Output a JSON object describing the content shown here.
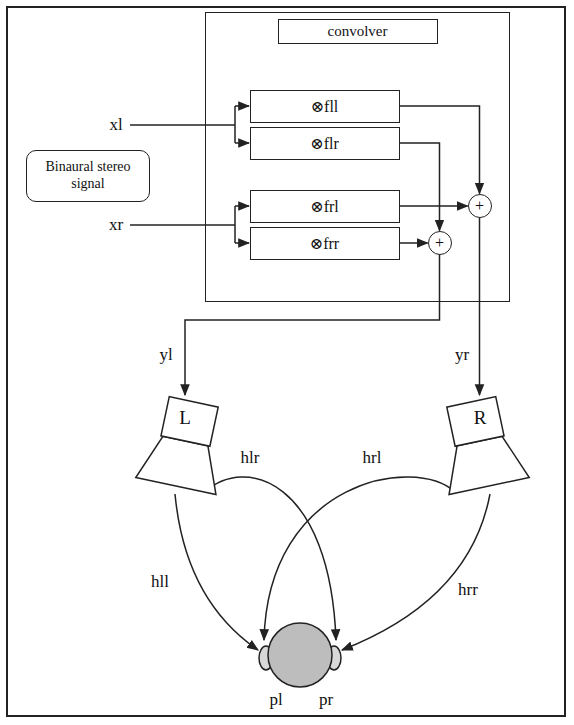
{
  "diagram": {
    "nodes": [
      {
        "text": [
          "convolver"
        ]
      },
      {
        "text": [
          "⊗fll"
        ],
        "in": 0
      },
      {
        "text": [
          "⊗flr"
        ],
        "in": 0
      },
      {
        "text": [
          "⊗frl"
        ],
        "in": 0
      },
      {
        "text": [
          "⊗frr"
        ],
        "in": 0
      },
      {
        "text": [
          "+"
        ],
        "in": 0
      },
      {
        "text": [
          "+"
        ],
        "in": 0
      },
      {
        "text": [
          "Binaural stereo signal"
        ]
      },
      {
        "text": [
          "L"
        ]
      },
      {
        "text": [
          "R"
        ]
      }
    ],
    "edges": [
      {
        "from": 1,
        "to": 5,
        "arrow": "to"
      },
      {
        "from": 3,
        "to": 5,
        "arrow": "to"
      },
      {
        "from": 2,
        "to": 6,
        "arrow": "to"
      },
      {
        "from": 4,
        "to": 6,
        "arrow": "to"
      },
      {
        "from": 6,
        "to": 8,
        "label": "yl",
        "arrow": "to"
      },
      {
        "from": 5,
        "to": 9,
        "label": "yr",
        "arrow": "to"
      }
    ],
    "labels": [
      "xl",
      "xr",
      "hll",
      "hlr",
      "hrl",
      "hrr",
      "pl",
      "pr"
    ]
  }
}
